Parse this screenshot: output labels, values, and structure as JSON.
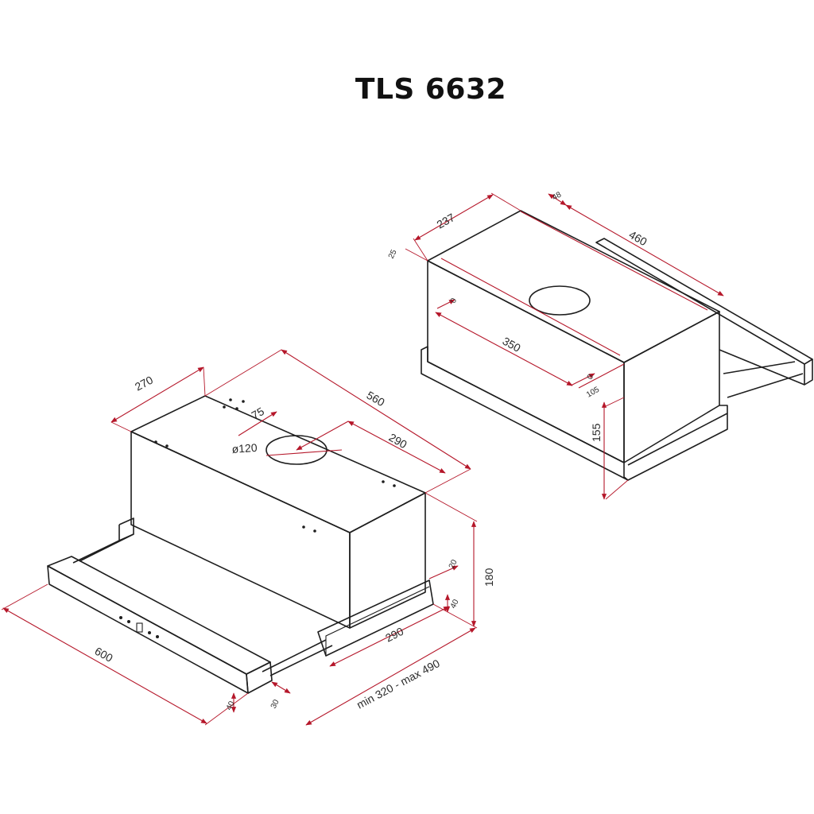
{
  "title": "TLS 6632",
  "left_view": {
    "dims": {
      "d270": "270",
      "d560": "560",
      "d75": "75",
      "d120": "ø120",
      "d290_top": "290",
      "d180": "180",
      "d20": "20",
      "d40_right": "40",
      "d290_bottom": "290",
      "d600": "600",
      "d40_front": "40",
      "d30": "30",
      "dminmax": "min 320 - max 490"
    }
  },
  "right_view": {
    "dims": {
      "d237": "237",
      "d48": "48",
      "d460": "460",
      "d25": "25",
      "d0a": "0",
      "d350": "350",
      "d0b": "0",
      "d105": "105",
      "d155": "155"
    }
  },
  "colors": {
    "dimension_line": "#b5172a",
    "outline": "#1e1e1e"
  }
}
